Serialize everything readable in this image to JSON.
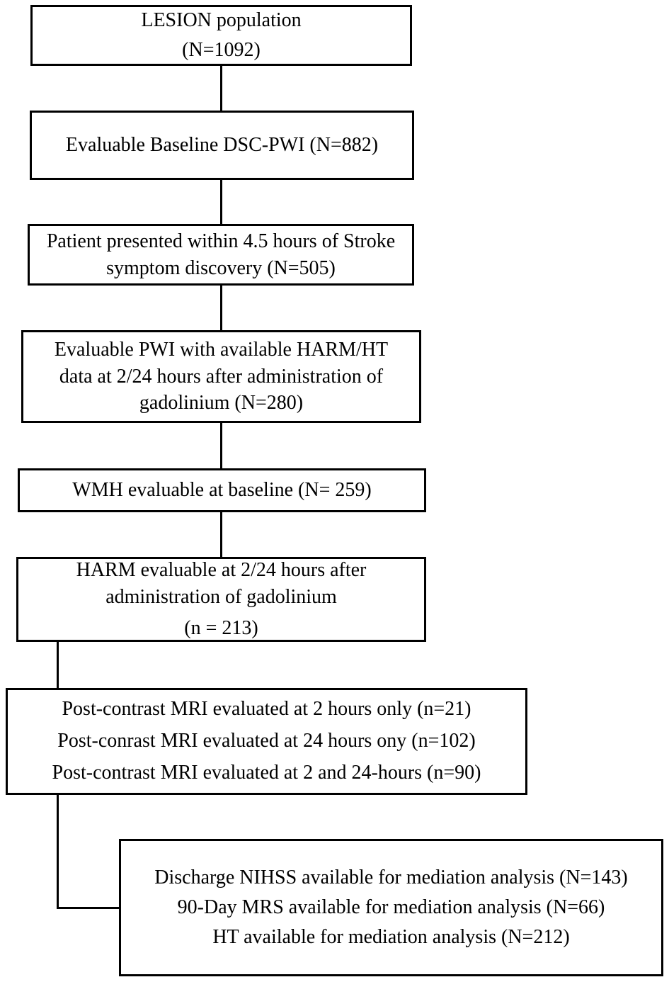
{
  "figure": {
    "title": "LESION study patient flow diagram",
    "background_color": "#ffffff",
    "line_color": "#000000",
    "boxes": [
      {
        "name": "lesion-population",
        "lines": [
          "LESION population",
          "(N=1092)"
        ]
      },
      {
        "name": "evaluable-baseline-dsc-pwi",
        "lines": [
          "Evaluable Baseline DSC-PWI (N=882)"
        ]
      },
      {
        "name": "patient-presented-within-4-5-hours",
        "lines": [
          "Patient presented within 4.5 hours of Stroke",
          "symptom discovery (N=505)"
        ]
      },
      {
        "name": "evaluable-pwi-with-harm-ht",
        "lines": [
          "Evaluable PWI with available HARM/HT",
          "data at 2/24 hours after administration of",
          "gadolinium (N=280)"
        ]
      },
      {
        "name": "wmh-evaluable-at-baseline",
        "lines": [
          "WMH evaluable at baseline (N= 259)"
        ]
      },
      {
        "name": "harm-evaluable",
        "lines": [
          "HARM evaluable at 2/24 hours after",
          "administration of gadolinium",
          "(n = 213)"
        ]
      },
      {
        "name": "post-contrast-mri-evaluations",
        "lines": [
          "Post-contrast MRI evaluated at 2 hours only (n=21)",
          "Post-conrast MRI evaluated at 24 hours ony (n=102)",
          "Post-contrast MRI evaluated at 2 and 24-hours (n=90)"
        ]
      },
      {
        "name": "mediation-analysis-availability",
        "lines": [
          "Discharge NIHSS available for mediation analysis (N=143)",
          "90-Day MRS available for mediation analysis (N=66)",
          "HT available for mediation analysis (N=212)"
        ]
      }
    ]
  }
}
